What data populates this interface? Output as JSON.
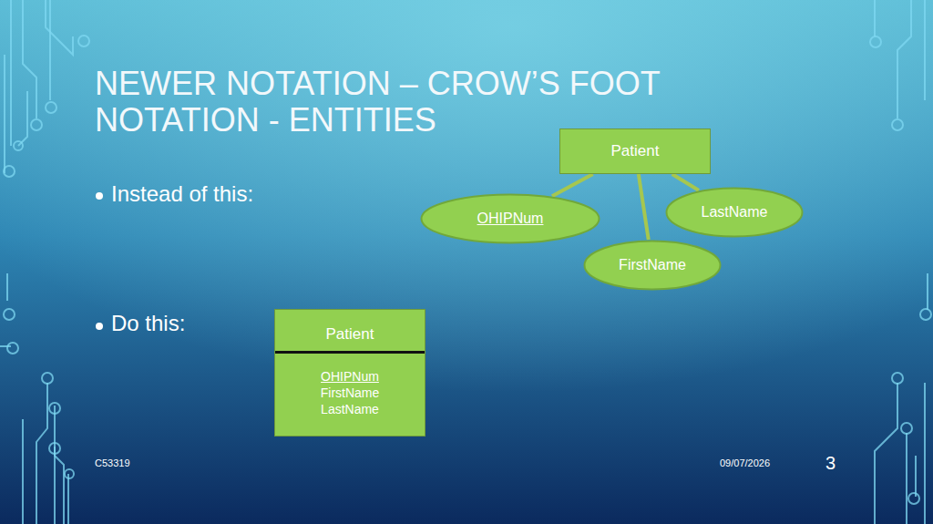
{
  "diagram": {
    "title": "NEWER NOTATION – CROW’S FOOT NOTATION - ENTITIES",
    "nodes": [
      {
        "text": [
          "Patient"
        ]
      },
      {
        "text": [
          "OHIPNum"
        ]
      },
      {
        "text": [
          "LastName"
        ]
      },
      {
        "text": [
          "FirstName"
        ]
      },
      {
        "text": [
          "Patient",
          "OHIPNum",
          "FirstName",
          "LastName"
        ]
      }
    ],
    "edges": [
      {
        "from": 0,
        "to": 1,
        "arrow": "none"
      },
      {
        "from": 0,
        "to": 2,
        "arrow": "none"
      },
      {
        "from": 0,
        "to": 3,
        "arrow": "none"
      }
    ],
    "labels": [
      "Instead of this:",
      "Do this:",
      "C53319",
      "09/07/2026",
      "3"
    ]
  }
}
